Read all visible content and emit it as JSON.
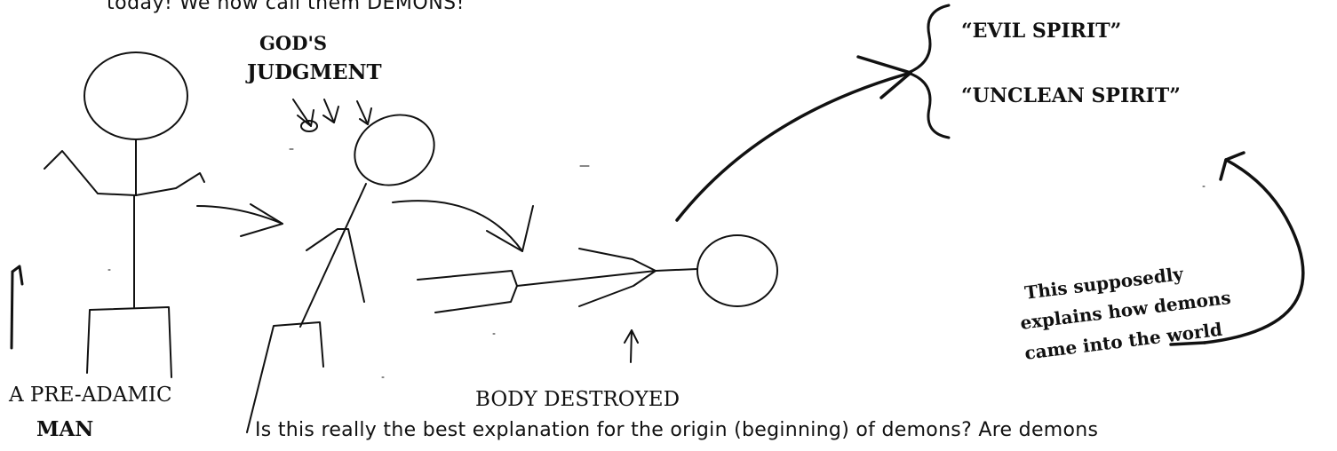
{
  "intro": {
    "text": "today!  We now call them DEMONS!"
  },
  "judgment": {
    "line1": "GOD'S",
    "line2": "JUDGMENT"
  },
  "spirits": {
    "evil": "“EVIL SPIRIT”",
    "unclean": "“UNCLEAN SPIRIT”"
  },
  "body_destroyed": "BODY DESTROYED",
  "pre_adamic": {
    "line1": "A PRE-ADAMIC",
    "line2": "MAN"
  },
  "note": {
    "line1": "This supposedly",
    "line2": "explains how demons",
    "line3": "came into the world"
  },
  "question": "Is this really the best explanation for the origin (beginning) of demons?  Are demons"
}
